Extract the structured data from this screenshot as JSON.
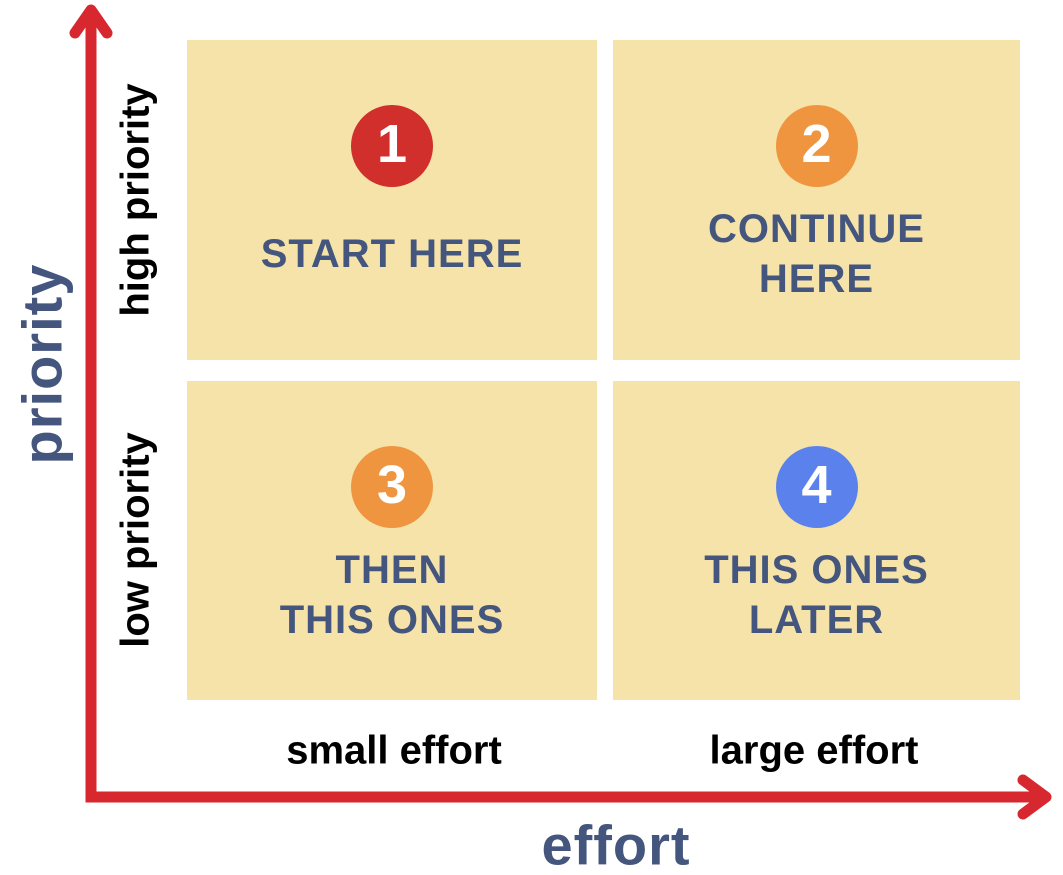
{
  "colors": {
    "background": "#ffffff",
    "quadrant_bg": "#f6e3a9",
    "axis": "#d7282f",
    "label_text": "#44567e",
    "tick_text": "#000000",
    "number_text": "#ffffff"
  },
  "axes": {
    "y_label": "priority",
    "x_label": "effort",
    "y_ticks": [
      "high priority",
      "low priority"
    ],
    "x_ticks": [
      "small effort",
      "large effort"
    ]
  },
  "quadrants": [
    {
      "number": "1",
      "lines": [
        "START HERE",
        ""
      ],
      "circle_color": "#d02f2c"
    },
    {
      "number": "2",
      "lines": [
        "CONTINUE",
        "HERE"
      ],
      "circle_color": "#f0953f"
    },
    {
      "number": "3",
      "lines": [
        "THEN",
        "THIS ONES"
      ],
      "circle_color": "#f0953f"
    },
    {
      "number": "4",
      "lines": [
        "THIS ONES",
        "LATER"
      ],
      "circle_color": "#5b82ec"
    }
  ]
}
